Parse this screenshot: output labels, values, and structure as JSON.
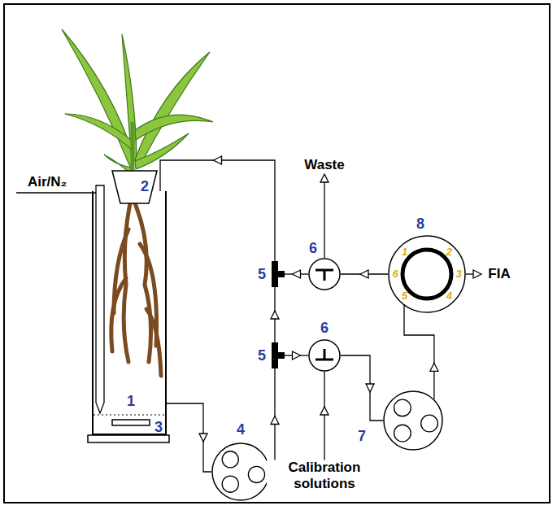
{
  "diagram": {
    "nodes": [
      {
        "text": [
          "1"
        ]
      },
      {
        "text": [
          "4"
        ]
      },
      {
        "text": [
          "5"
        ]
      },
      {
        "text": [
          "5"
        ]
      },
      {
        "text": [
          "6"
        ]
      },
      {
        "text": [
          "6"
        ]
      },
      {
        "text": [
          "7"
        ]
      },
      {
        "text": [
          "8",
          "1",
          "2",
          "3",
          "4",
          "5",
          "6"
        ]
      }
    ],
    "edges": [
      {
        "from": 0,
        "to": 1,
        "arrow": "to"
      },
      {
        "from": 1,
        "to": 2,
        "arrow": "to"
      },
      {
        "from": 2,
        "to": 3,
        "arrow": "to"
      },
      {
        "from": 2,
        "to": 5,
        "arrow": "to"
      },
      {
        "from": 5,
        "to": 6,
        "arrow": "to"
      },
      {
        "from": 6,
        "to": 7,
        "arrow": "to"
      },
      {
        "from": 7,
        "to": 4,
        "arrow": "to"
      },
      {
        "from": 4,
        "to": 3,
        "arrow": "to"
      },
      {
        "from": 3,
        "to": 0,
        "arrow": "to"
      }
    ],
    "labels": [
      "Air/N₂",
      "2",
      "3",
      "Waste",
      "Calibration solutions",
      "FIA"
    ]
  }
}
